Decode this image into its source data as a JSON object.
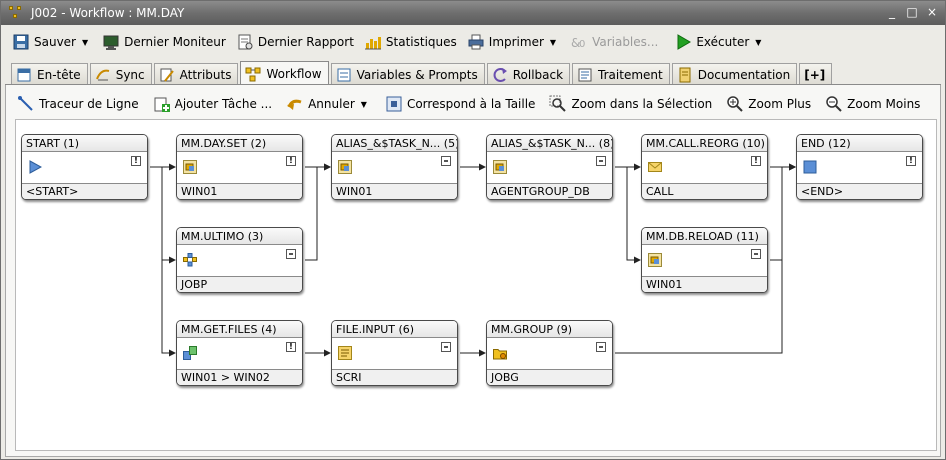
{
  "window": {
    "title": "J002 - Workflow : MM.DAY",
    "minimize": "_",
    "maximize": "□",
    "close": "×"
  },
  "toolbar": {
    "save": "Sauver",
    "last_monitor": "Dernier Moniteur",
    "last_report": "Dernier Rapport",
    "statistics": "Statistiques",
    "print": "Imprimer",
    "variables": "Variables...",
    "execute": "Exécuter"
  },
  "tabs": [
    {
      "label": "En-tête",
      "icon": "header-icon"
    },
    {
      "label": "Sync",
      "icon": "sync-icon"
    },
    {
      "label": "Attributs",
      "icon": "attributes-icon"
    },
    {
      "label": "Workflow",
      "icon": "workflow-icon",
      "active": true
    },
    {
      "label": "Variables & Prompts",
      "icon": "variables-icon"
    },
    {
      "label": "Rollback",
      "icon": "rollback-icon"
    },
    {
      "label": "Traitement",
      "icon": "process-icon"
    },
    {
      "label": "Documentation",
      "icon": "documentation-icon"
    },
    {
      "label": "[+]",
      "icon": "add-tab-icon"
    }
  ],
  "workflow_toolbar": {
    "line_tracer": "Traceur de Ligne",
    "add_task": "Ajouter Tâche ...",
    "undo": "Annuler",
    "fit_size": "Correspond à la Taille",
    "zoom_selection": "Zoom dans la Sélection",
    "zoom_in": "Zoom Plus",
    "zoom_out": "Zoom Moins"
  },
  "nodes": [
    {
      "id": "start",
      "title": "START (1)",
      "footer": "<START>",
      "icon": "play-icon",
      "badge": "!"
    },
    {
      "id": "mm-day-set",
      "title": "MM.DAY.SET (2)",
      "footer": "WIN01",
      "icon": "job-icon",
      "badge": "!"
    },
    {
      "id": "alias-5",
      "title": "ALIAS_&$TASK_N... (5)",
      "footer": "WIN01",
      "icon": "job-icon",
      "badge": "list"
    },
    {
      "id": "alias-8",
      "title": "ALIAS_&$TASK_N... (8)",
      "footer": "AGENTGROUP_DB",
      "icon": "job-icon",
      "badge": "list"
    },
    {
      "id": "mm-call-reorg",
      "title": "MM.CALL.REORG (10)",
      "footer": "CALL",
      "icon": "envelope-icon",
      "badge": "!"
    },
    {
      "id": "end",
      "title": "END (12)",
      "footer": "<END>",
      "icon": "stop-icon",
      "badge": "!"
    },
    {
      "id": "mm-ultimo",
      "title": "MM.ULTIMO (3)",
      "footer": "JOBP",
      "icon": "workflow-icon",
      "badge": "list"
    },
    {
      "id": "mm-db-reload",
      "title": "MM.DB.RELOAD (11)",
      "footer": "WIN01",
      "icon": "job-icon",
      "badge": "list"
    },
    {
      "id": "mm-get-files",
      "title": "MM.GET.FILES (4)",
      "footer": "WIN01 > WIN02",
      "icon": "file-transfer-icon",
      "badge": "!"
    },
    {
      "id": "file-input",
      "title": "FILE.INPUT (6)",
      "footer": "SCRI",
      "icon": "script-icon",
      "badge": "list"
    },
    {
      "id": "mm-group",
      "title": "MM.GROUP (9)",
      "footer": "JOBG",
      "icon": "group-icon",
      "badge": "list"
    }
  ]
}
